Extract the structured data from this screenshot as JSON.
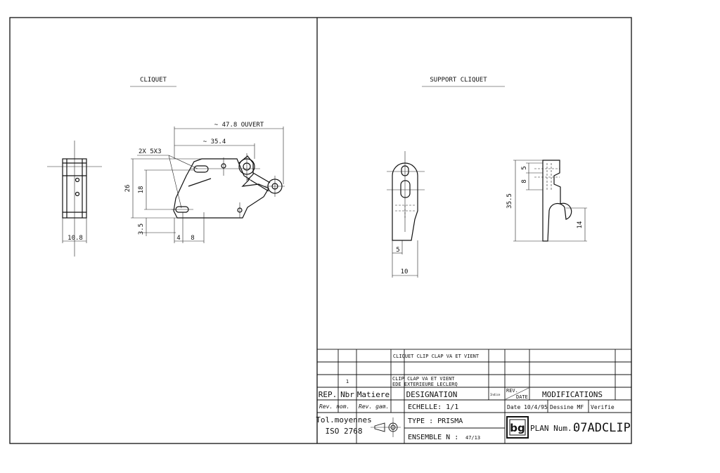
{
  "views": {
    "left_title": "CLIQUET",
    "right_title": "SUPPORT CLIQUET"
  },
  "dimensions": {
    "cliquet": {
      "open_length": "~ 47.8  OUVERT",
      "length": "~ 35.4",
      "holes": "2X  5X3",
      "height": "26",
      "inner_height": "18",
      "offset": "3.5",
      "d4": "4",
      "d8": "8",
      "width": "10.8"
    },
    "support": {
      "d5": "5",
      "d10": "10",
      "top5": "5",
      "top8": "8",
      "height": "35.5",
      "d14": "14"
    }
  },
  "title_block": {
    "part_designation": "CLIQUET CLIP CLAP VA ET VIENT",
    "part_qty": "1",
    "part_desc_1": "CLIP CLAP VA ET VIENT",
    "part_desc_2": "EDE EXTERIEURE LECLERQ",
    "hdr_rep": "REP.",
    "hdr_nbr": "Nbr",
    "hdr_matiere": "Matiere",
    "hdr_designation": "DESIGNATION",
    "hdr_indice": "Indice",
    "hdr_rev_date_1": "REV.",
    "hdr_rev_date_2": "DATE",
    "hdr_modifications": "MODIFICATIONS",
    "rev_nom": "Rev. nom.",
    "rev_gam": "Rev. gam.",
    "echelle": "ECHELLE:  1/1",
    "date": "Date 10/4/95",
    "dessine": "Dessine  MF",
    "verifie": "Verifie",
    "tol_1": "Tol.moyennes",
    "tol_2": "ISO 2768",
    "type": "TYPE : PRISMA",
    "ensemble_label": "ENSEMBLE N :",
    "ensemble_value": "47/13",
    "logo": "bg",
    "plan_label": "PLAN Num.:",
    "plan_value": "07ADCLIP"
  }
}
